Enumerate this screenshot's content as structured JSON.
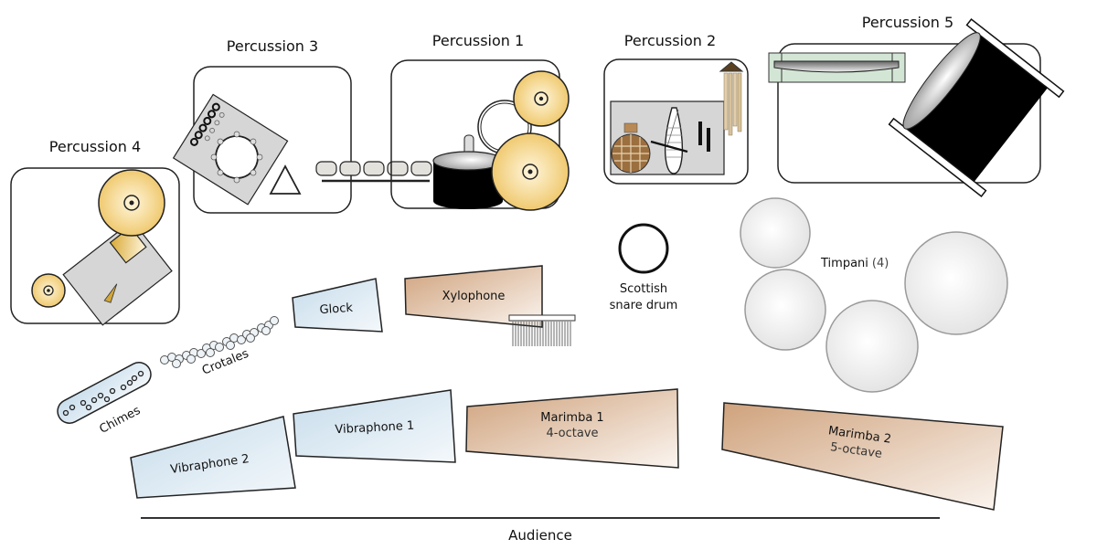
{
  "diagram": {
    "type": "stage-setup",
    "sections": {
      "perc1": "Percussion 1",
      "perc2": "Percussion 2",
      "perc3": "Percussion 3",
      "perc4": "Percussion 4",
      "perc5": "Percussion 5"
    },
    "instruments": {
      "glock": "Glock",
      "xylophone": "Xylophone",
      "snare_line1": "Scottish",
      "snare_line2": "snare drum",
      "timpani": "Timpani",
      "timpani_count": "(4)",
      "crotales": "Crotales",
      "chimes": "Chimes",
      "vibraphone1": "Vibraphone 1",
      "vibraphone2": "Vibraphone 2",
      "marimba1": "Marimba 1",
      "marimba1_range": "4-octave",
      "marimba2": "Marimba 2",
      "marimba2_range": "5-octave"
    },
    "audience_label": "Audience",
    "colors": {
      "cymbal": "#f0c96a",
      "metal_blue": "#cfe2ee",
      "wood_brown": "#d4ab87",
      "timpani": "#eeeeee",
      "tray_gray": "#d6d6d6",
      "line": "#222222"
    }
  }
}
